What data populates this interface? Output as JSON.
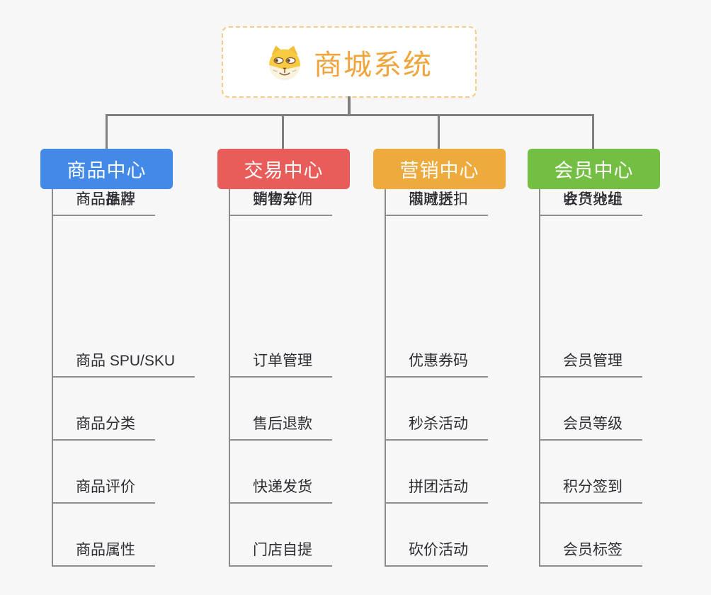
{
  "root": {
    "title": "商城系统",
    "icon": "dog-face-icon"
  },
  "colors": {
    "background": "#f7f7f7",
    "root_border": "#f3cd87",
    "root_text": "#f0a53c",
    "connector": "#7f7f7f",
    "item_line": "#8c8c8c",
    "item_text": "#2c2c32",
    "header_text": "#ffffff"
  },
  "branches": [
    {
      "label": "商品中心",
      "color": "#4289e8",
      "items": [
        "商品 SPU/SKU",
        "商品分类",
        "商品评价",
        "商品属性",
        "商品推荐",
        "商品品牌"
      ]
    },
    {
      "label": "交易中心",
      "color": "#e85c5a",
      "items": [
        "订单管理",
        "售后退款",
        "快递发货",
        "门店自提",
        "购物车",
        "销售分佣"
      ]
    },
    {
      "label": "营销中心",
      "color": "#edaa3d",
      "items": [
        "优惠券码",
        "秒杀活动",
        "拼团活动",
        "砍价活动",
        "限时折扣",
        "满减送"
      ]
    },
    {
      "label": "会员中心",
      "color": "#73bf43",
      "items": [
        "会员管理",
        "会员等级",
        "积分签到",
        "会员标签",
        "会员分组",
        "收货地址"
      ]
    }
  ]
}
